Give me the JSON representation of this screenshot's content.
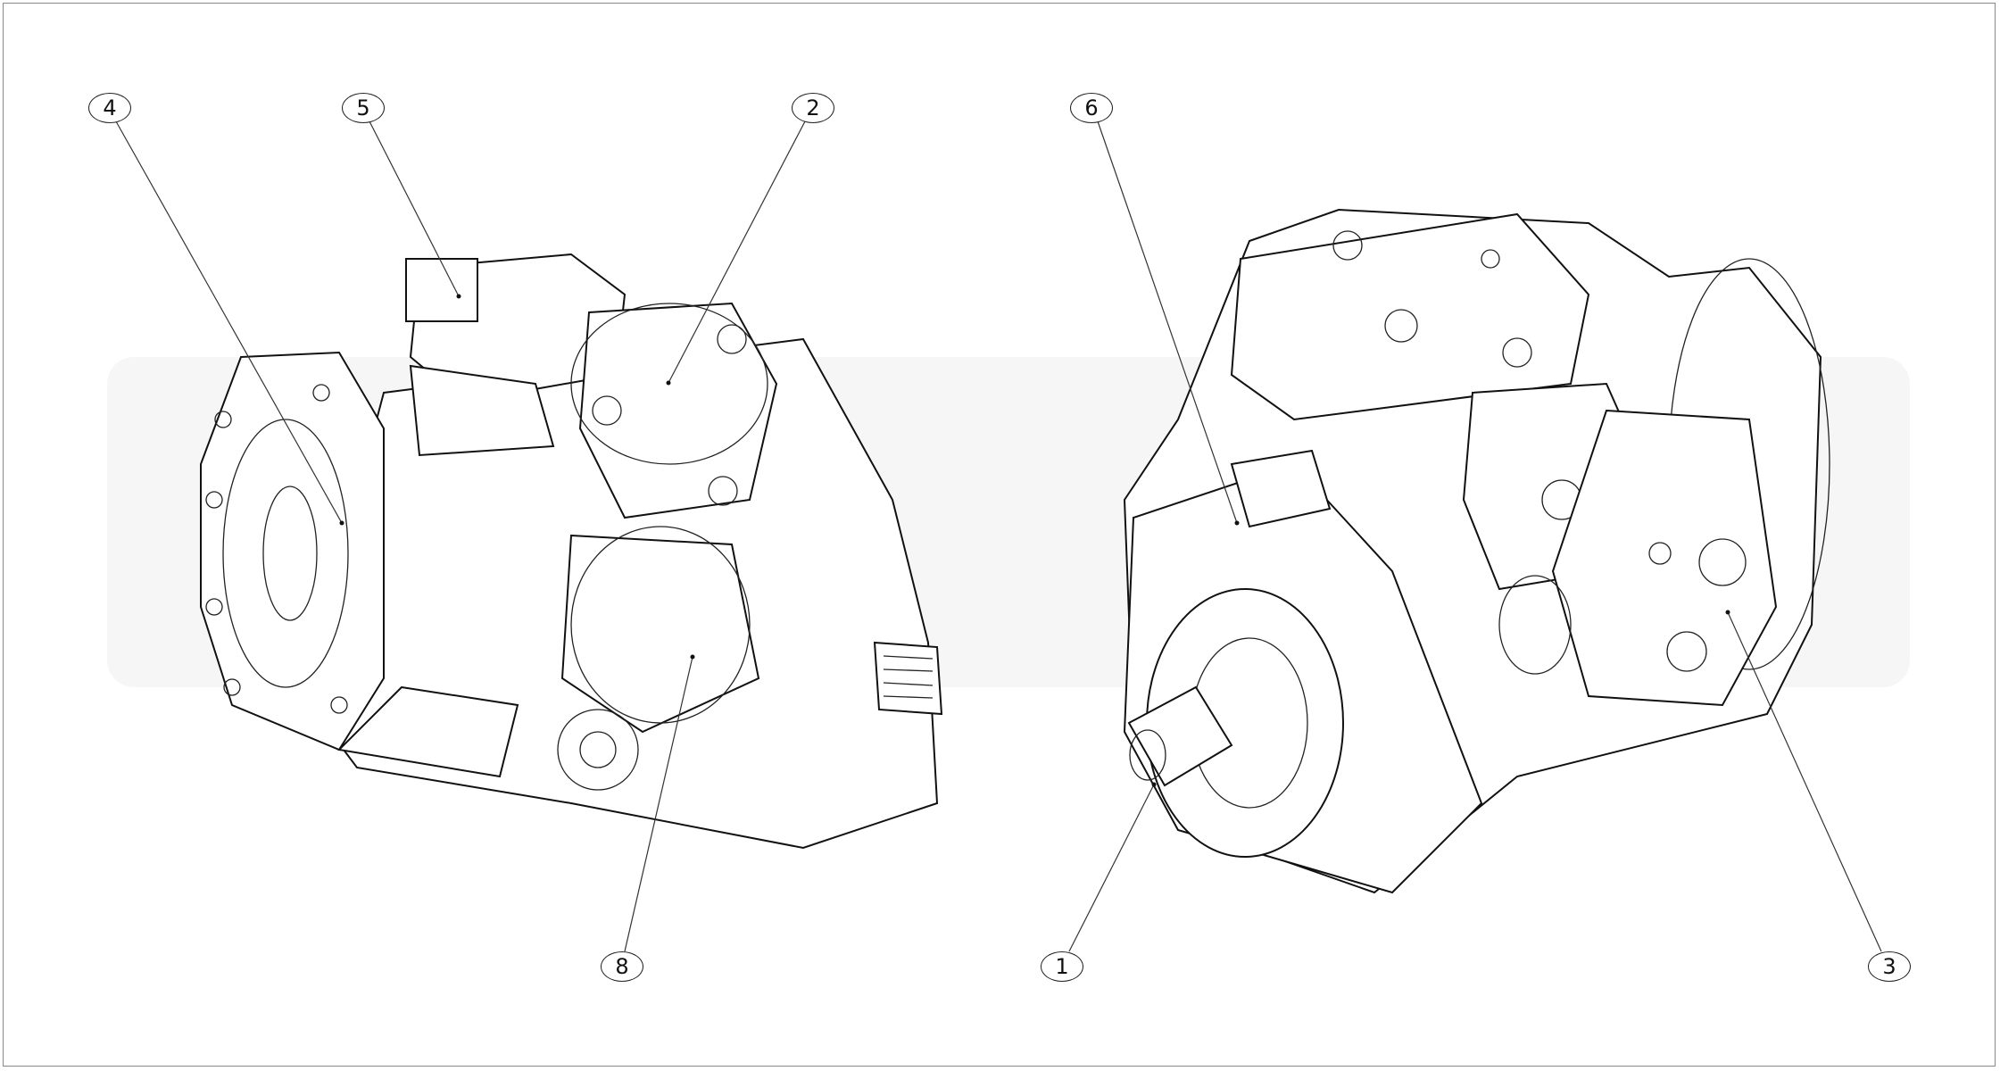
{
  "diagram": {
    "callouts": [
      {
        "id": "4",
        "label": "4"
      },
      {
        "id": "5",
        "label": "5"
      },
      {
        "id": "2",
        "label": "2"
      },
      {
        "id": "6",
        "label": "6"
      },
      {
        "id": "8",
        "label": "8"
      },
      {
        "id": "1",
        "label": "1"
      },
      {
        "id": "3",
        "label": "3"
      }
    ]
  }
}
